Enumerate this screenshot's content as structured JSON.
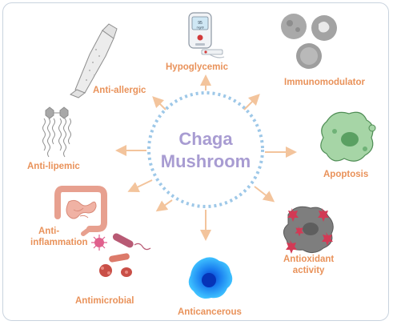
{
  "center": {
    "line1": "Chaga",
    "line2": "Mushroom"
  },
  "effects": {
    "hypoglycemic": "Hypoglycemic",
    "immunomodulator": "Immunomodulator",
    "anti_allergic": "Anti-allergic",
    "anti_lipemic": "Anti-lipemic",
    "apoptosis": "Apoptosis",
    "anti_inflammation_1": "Anti-",
    "anti_inflammation_2": "inflammation",
    "antioxidant_1": "Antioxidant",
    "antioxidant_2": "activity",
    "antimicrobial": "Antimicrobial",
    "anticancerous": "Anticancerous"
  },
  "meter": {
    "reading": "95",
    "unit": "mg/dl"
  },
  "colors": {
    "label": "#e9925a",
    "center_text": "#a89cd2",
    "circle": "#9ec8e8",
    "arrow": "#f3c49c",
    "frame": "#c9d3de"
  }
}
